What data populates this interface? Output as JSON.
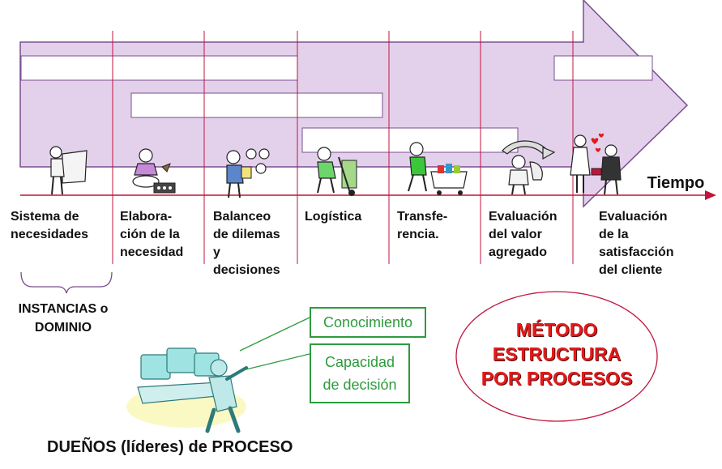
{
  "axis": {
    "label": "Tiempo"
  },
  "stages": [
    {
      "label": "Sistema de\nnecesidades"
    },
    {
      "label": "Elabora-\nción de la\nnecesidad"
    },
    {
      "label": "Balanceo\nde dilemas\ny\ndecisiones"
    },
    {
      "label": "Logística"
    },
    {
      "label": "Transfe-\nrencia."
    },
    {
      "label": "Evaluación\ndel valor\nagregado"
    },
    {
      "label": "Evaluación\nde la\nsatisfacción\ndel cliente"
    }
  ],
  "bracket": {
    "label": "INSTANCIAS o\nDOMINIO"
  },
  "owners": {
    "label": "DUEÑOS (líderes) de PROCESO",
    "boxes": [
      {
        "label": "Conocimiento"
      },
      {
        "label": "Capacidad\nde decisión"
      }
    ]
  },
  "method": {
    "label": "MÉTODO\nESTRUCTURA\nPOR PROCESOS"
  },
  "colors": {
    "arrow_fill": "#e3d1ec",
    "arrow_stroke": "#7a4d8f",
    "axis_line": "#c0143c",
    "divider": "#c0143c",
    "method_text": "#e21b1b",
    "method_ellipse": "#c0143c",
    "green_box": "#2e9b3e"
  },
  "icons": [
    "person-with-map-icon",
    "person-cooking-icon",
    "person-juggling-icon",
    "person-hand-truck-icon",
    "person-shopping-cart-icon",
    "person-with-large-arrow-icon",
    "couple-with-hearts-icon",
    "person-with-computers-icon"
  ]
}
